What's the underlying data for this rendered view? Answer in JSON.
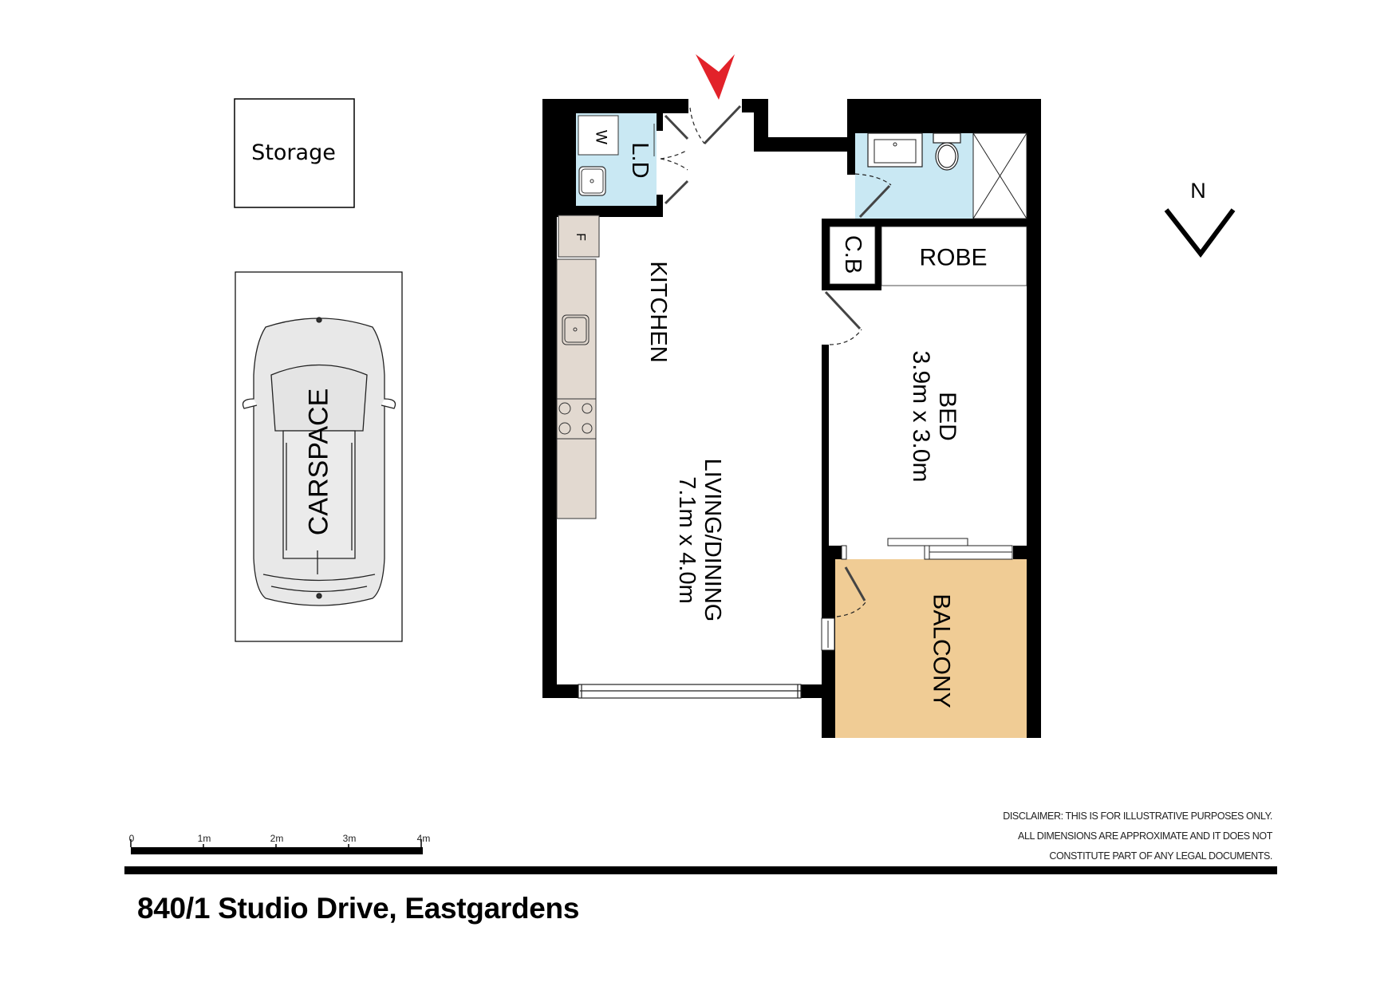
{
  "title": "840/1 Studio Drive, Eastgardens",
  "rooms": {
    "storage": "Storage",
    "carspace": "CARSPACE",
    "laundry": "L.D",
    "washer": "W",
    "fridge": "F",
    "kitchen": "KITCHEN",
    "living": {
      "name": "LIVING/DINING",
      "dims": "7.1m x 4.0m"
    },
    "bed": {
      "name": "BED",
      "dims": "3.9m x 3.0m"
    },
    "cupboard": "C.B",
    "robe": "ROBE",
    "balcony": "BALCONY"
  },
  "north": {
    "label": "N"
  },
  "scale_bar": {
    "ticks": [
      "0",
      "1m",
      "2m",
      "3m",
      "4m"
    ]
  },
  "disclaimer": [
    "DISCLAIMER: THIS IS FOR ILLUSTRATIVE PURPOSES ONLY.",
    "ALL DIMENSIONS ARE APPROXIMATE AND IT DOES NOT",
    "CONSTITUTE PART OF ANY LEGAL DOCUMENTS."
  ],
  "colors": {
    "wet_area": "#c9e8f3",
    "balcony": "#f0cc95",
    "counter": "#e2d9d0",
    "car_fill": "#e8e8e8",
    "entry_arrow": "#e2222a"
  }
}
